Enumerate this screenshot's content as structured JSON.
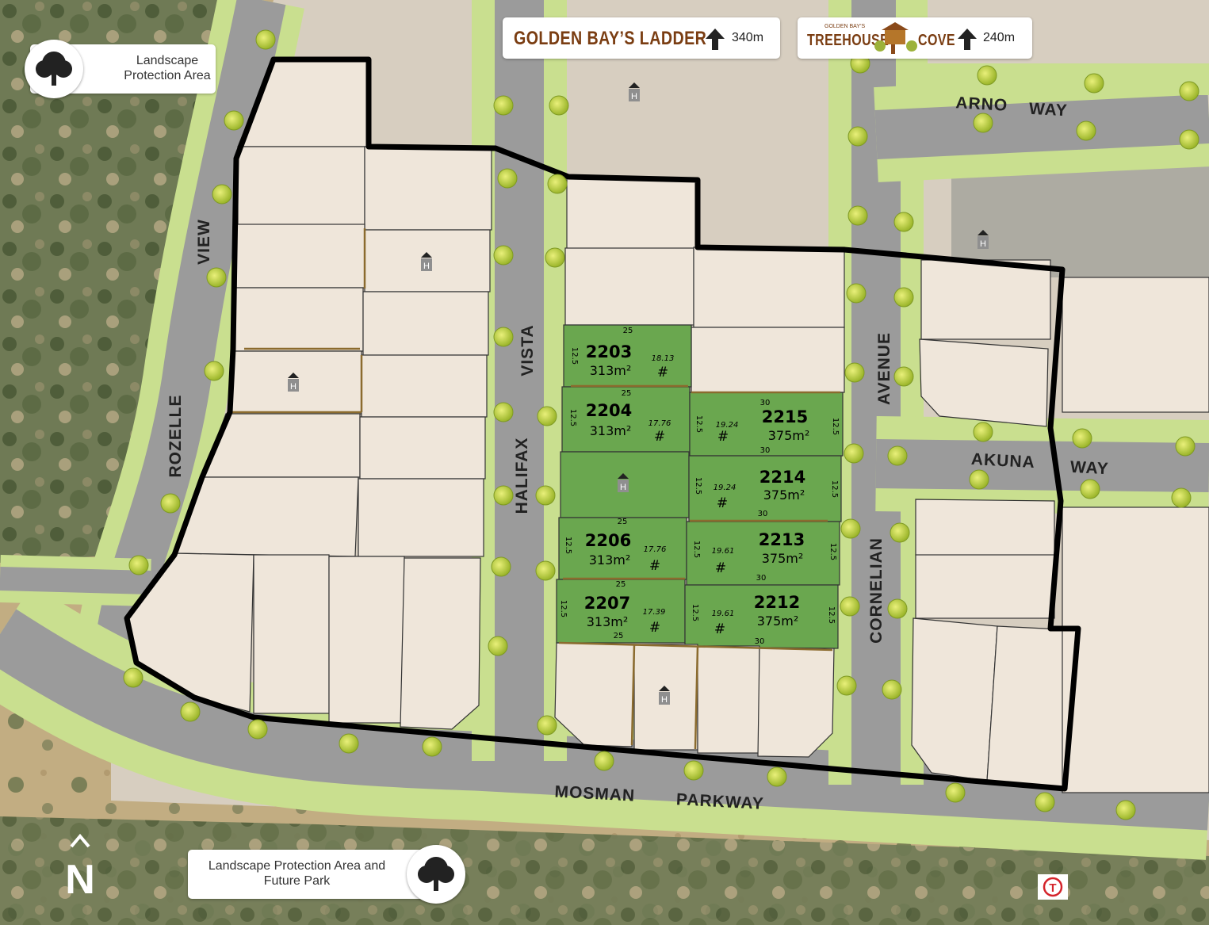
{
  "colors": {
    "lot_available": "#6aa74f",
    "lot_default": "#efe6da",
    "road": "#9b9b9b",
    "verge": "#c9df8f",
    "boundary": "#000000",
    "brand_brown": "#7a3d12"
  },
  "callouts": {
    "landscape_top": "Landscape Protection Area",
    "landscape_bottom": "Landscape Protection Area and Future Park",
    "ladder_name": "GOLDEN BAY’S LADDER",
    "ladder_distance": "340m",
    "treehouse_small": "GOLDEN BAY’S",
    "treehouse_name": "TREEHOUSE",
    "treehouse_cove": "COVE",
    "treehouse_distance": "240m"
  },
  "roads": {
    "rozelle": "ROZELLE",
    "view": "VIEW",
    "halifax": "HALIFAX",
    "vista": "VISTA",
    "cornelian": "CORNELIAN",
    "avenue": "AVENUE",
    "arno": "ARNO",
    "arno_way": "WAY",
    "akuna": "AKUNA",
    "akuna_way": "WAY",
    "mosman": "MOSMAN",
    "parkway": "PARKWAY"
  },
  "lots": [
    {
      "id": "2203",
      "area": "313m²",
      "depth": "18.13",
      "front": "25",
      "width": "12.5"
    },
    {
      "id": "2204",
      "area": "313m²",
      "depth": "17.76",
      "front": "25",
      "width": "12.5"
    },
    {
      "id": "2206",
      "area": "313m²",
      "depth": "17.76",
      "front": "25",
      "width": "12.5"
    },
    {
      "id": "2207",
      "area": "313m²",
      "depth": "17.39",
      "front": "25",
      "width": "12.5"
    },
    {
      "id": "2215",
      "area": "375m²",
      "depth": "19.24",
      "front": "30",
      "width": "12.5"
    },
    {
      "id": "2214",
      "area": "375m²",
      "depth": "19.24",
      "front": "30",
      "width": "12.5"
    },
    {
      "id": "2213",
      "area": "375m²",
      "depth": "19.61",
      "front": "30",
      "width": "12.5"
    },
    {
      "id": "2212",
      "area": "375m²",
      "depth": "19.61",
      "front": "30",
      "width": "12.5"
    }
  ],
  "symbols": {
    "hash": "#",
    "house": "H",
    "north": "N",
    "transport": "T"
  }
}
